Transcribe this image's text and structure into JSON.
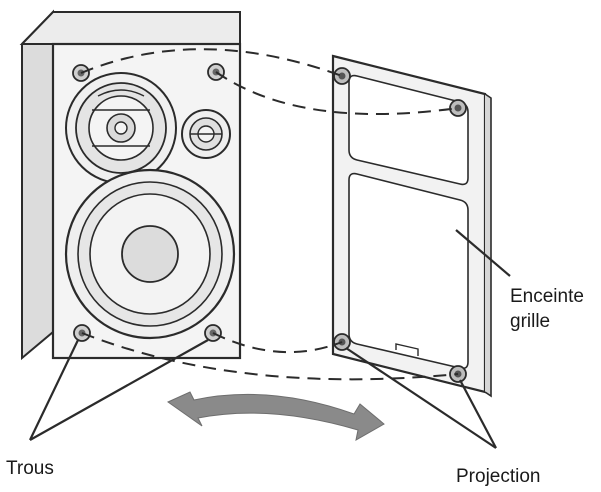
{
  "labels": {
    "grille_line1": "Enceinte",
    "grille_line2": "grille",
    "holes": "Trous",
    "projection": "Projection"
  },
  "colors": {
    "line": "#2b2b2b",
    "arrow": "#8a8a8a",
    "cabinet_front": "#f2f2f2",
    "cabinet_side": "#d9d9d9",
    "grille_frame": "#efefef"
  }
}
